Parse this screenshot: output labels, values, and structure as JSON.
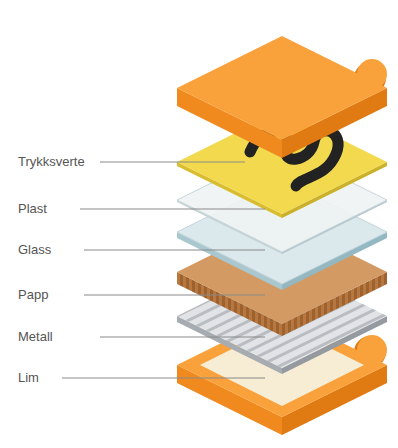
{
  "diagram": {
    "labels": [
      "Trykksverte",
      "Plast",
      "Glass",
      "Papp",
      "Metall",
      "Lim"
    ]
  }
}
